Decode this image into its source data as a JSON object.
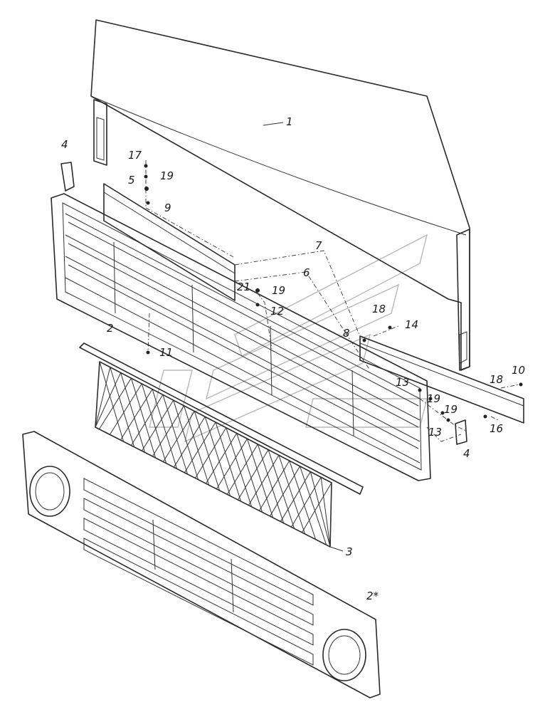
{
  "callouts": [
    {
      "id": "c1",
      "text": "1"
    },
    {
      "id": "c2a",
      "text": "2"
    },
    {
      "id": "c2b",
      "text": "2*"
    },
    {
      "id": "c3",
      "text": "3"
    },
    {
      "id": "c4a",
      "text": "4"
    },
    {
      "id": "c4b",
      "text": "4"
    },
    {
      "id": "c5",
      "text": "5"
    },
    {
      "id": "c6",
      "text": "6"
    },
    {
      "id": "c7",
      "text": "7"
    },
    {
      "id": "c8",
      "text": "8"
    },
    {
      "id": "c9",
      "text": "9"
    },
    {
      "id": "c10",
      "text": "10"
    },
    {
      "id": "c11",
      "text": "11"
    },
    {
      "id": "c12",
      "text": "12"
    },
    {
      "id": "c13a",
      "text": "13"
    },
    {
      "id": "c13b",
      "text": "13"
    },
    {
      "id": "c14",
      "text": "14"
    },
    {
      "id": "c16",
      "text": "16"
    },
    {
      "id": "c17",
      "text": "17"
    },
    {
      "id": "c18a",
      "text": "18"
    },
    {
      "id": "c18b",
      "text": "18"
    },
    {
      "id": "c19a",
      "text": "19"
    },
    {
      "id": "c19b",
      "text": "19"
    },
    {
      "id": "c19c",
      "text": "19"
    },
    {
      "id": "c19d",
      "text": "19"
    },
    {
      "id": "c21",
      "text": "21"
    }
  ]
}
